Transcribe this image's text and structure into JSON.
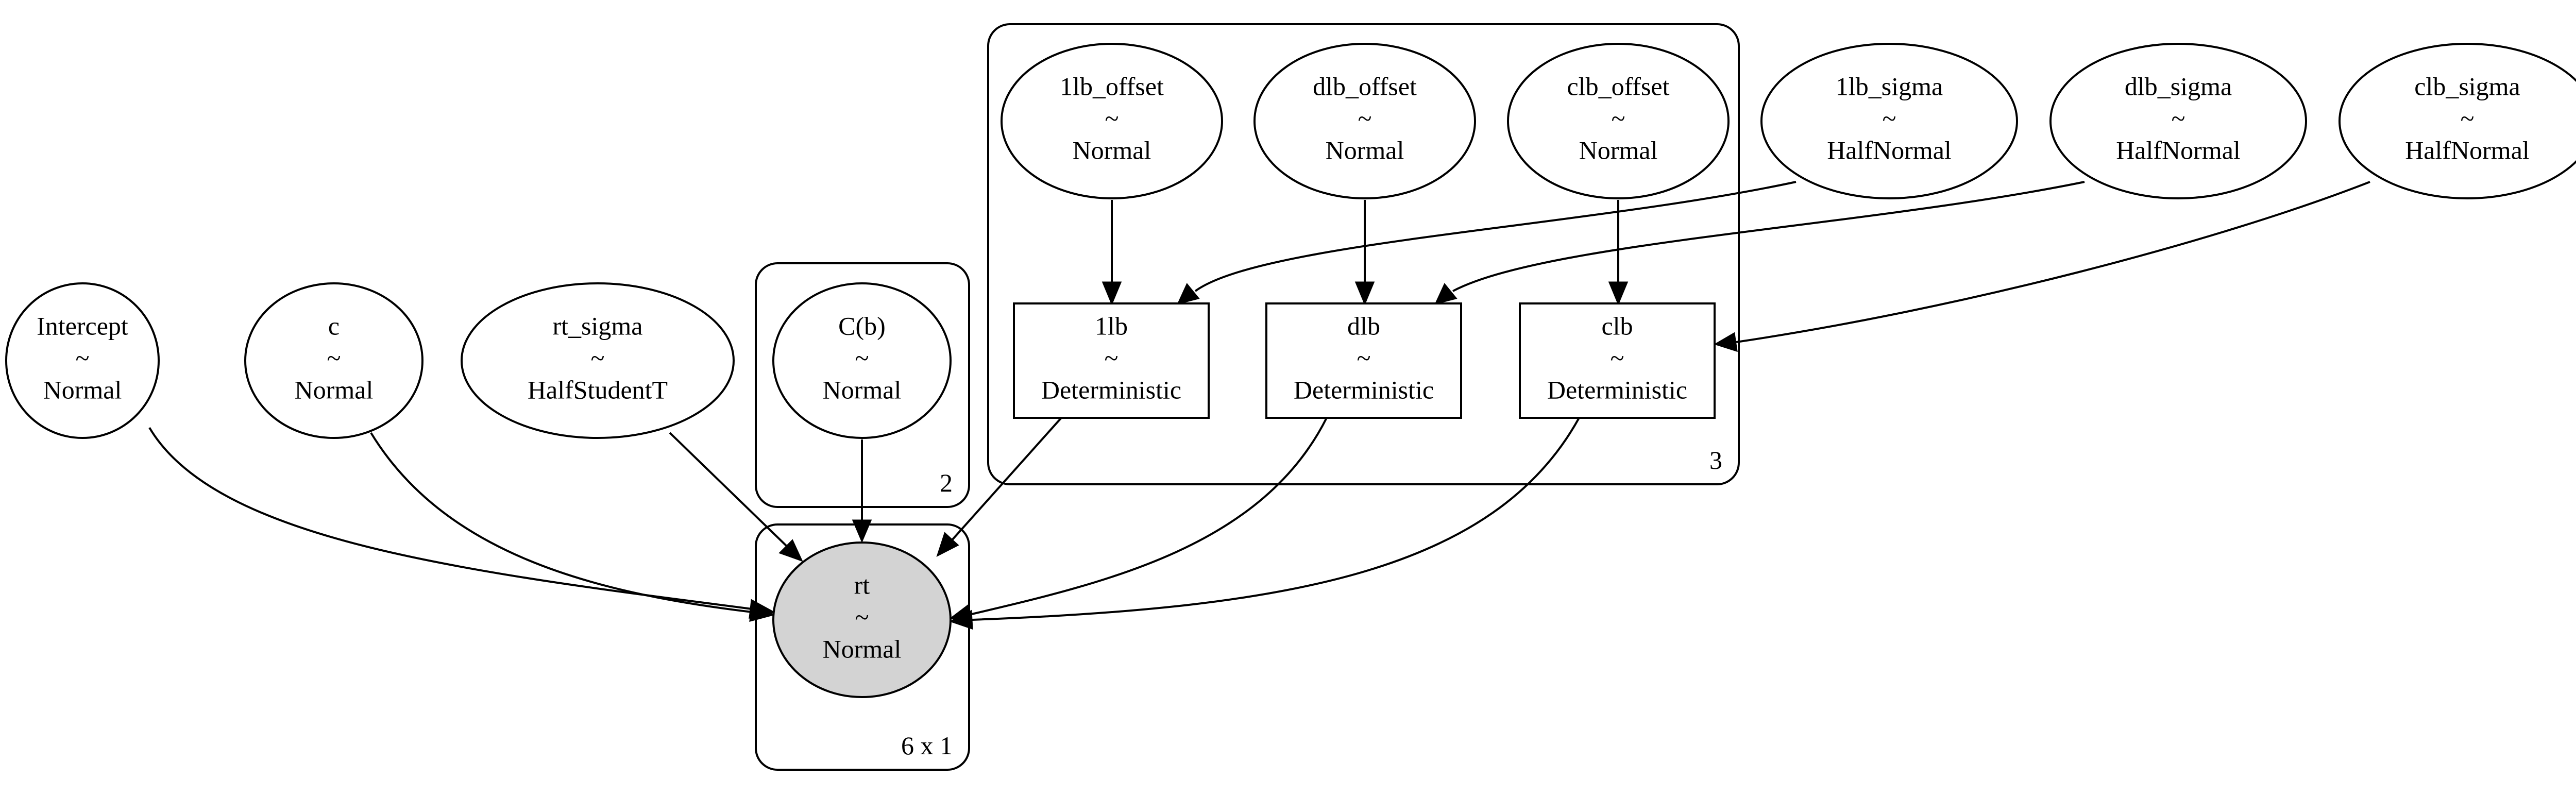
{
  "graph": {
    "tilde": "~",
    "plates": [
      {
        "id": "plate_b",
        "label": "2"
      },
      {
        "id": "plate_3",
        "label": "3"
      },
      {
        "id": "plate_obs",
        "label": "6 x 1"
      }
    ],
    "nodes": [
      {
        "id": "intercept",
        "name": "Intercept",
        "dist": "Normal",
        "kind": "random",
        "observed": false
      },
      {
        "id": "c",
        "name": "c",
        "dist": "Normal",
        "kind": "random",
        "observed": false
      },
      {
        "id": "rt_sigma",
        "name": "rt_sigma",
        "dist": "HalfStudentT",
        "kind": "random",
        "observed": false
      },
      {
        "id": "cb",
        "name": "C(b)",
        "dist": "Normal",
        "kind": "random",
        "observed": false
      },
      {
        "id": "1lb_offset",
        "name": "1lb_offset",
        "dist": "Normal",
        "kind": "random",
        "observed": false
      },
      {
        "id": "dlb_offset",
        "name": "dlb_offset",
        "dist": "Normal",
        "kind": "random",
        "observed": false
      },
      {
        "id": "clb_offset",
        "name": "clb_offset",
        "dist": "Normal",
        "kind": "random",
        "observed": false
      },
      {
        "id": "1lb_sigma",
        "name": "1lb_sigma",
        "dist": "HalfNormal",
        "kind": "random",
        "observed": false
      },
      {
        "id": "dlb_sigma",
        "name": "dlb_sigma",
        "dist": "HalfNormal",
        "kind": "random",
        "observed": false
      },
      {
        "id": "clb_sigma",
        "name": "clb_sigma",
        "dist": "HalfNormal",
        "kind": "random",
        "observed": false
      },
      {
        "id": "1lb",
        "name": "1lb",
        "dist": "Deterministic",
        "kind": "deterministic",
        "observed": false
      },
      {
        "id": "dlb",
        "name": "dlb",
        "dist": "Deterministic",
        "kind": "deterministic",
        "observed": false
      },
      {
        "id": "clb",
        "name": "clb",
        "dist": "Deterministic",
        "kind": "deterministic",
        "observed": false
      },
      {
        "id": "rt",
        "name": "rt",
        "dist": "Normal",
        "kind": "random",
        "observed": true
      }
    ],
    "edges": [
      {
        "from": "1lb_offset",
        "to": "1lb"
      },
      {
        "from": "dlb_offset",
        "to": "dlb"
      },
      {
        "from": "clb_offset",
        "to": "clb"
      },
      {
        "from": "1lb_sigma",
        "to": "1lb"
      },
      {
        "from": "dlb_sigma",
        "to": "dlb"
      },
      {
        "from": "clb_sigma",
        "to": "clb"
      },
      {
        "from": "intercept",
        "to": "rt"
      },
      {
        "from": "c",
        "to": "rt"
      },
      {
        "from": "rt_sigma",
        "to": "rt"
      },
      {
        "from": "cb",
        "to": "rt"
      },
      {
        "from": "1lb",
        "to": "rt"
      },
      {
        "from": "dlb",
        "to": "rt"
      },
      {
        "from": "clb",
        "to": "rt"
      }
    ],
    "colors": {
      "stroke": "#000000",
      "node_fill": "#ffffff",
      "observed_fill": "#d3d3d3",
      "background": "#ffffff"
    }
  }
}
